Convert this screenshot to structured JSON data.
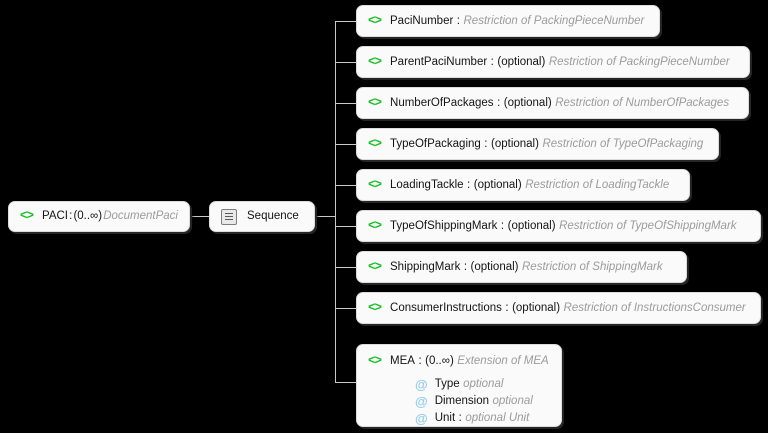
{
  "diagram": {
    "type": "xsd-schema-tree",
    "background": "#000000",
    "accent_element_icon": "#17bf26",
    "accent_attribute_icon": "#93cdea",
    "type_text_color": "#9b9b9b",
    "root": {
      "icon": "element-icon",
      "name": "PACI",
      "separator": ":",
      "occurrence": "(0..∞)",
      "type": "DocumentPaci"
    },
    "compositor": {
      "icon": "sequence-icon",
      "label": "Sequence"
    },
    "children": [
      {
        "icon": "element-icon",
        "name": "PaciNumber",
        "separator": ":",
        "optional": "",
        "type": "Restriction of PackingPieceNumber"
      },
      {
        "icon": "element-icon",
        "name": "ParentPaciNumber",
        "separator": ":",
        "optional": "(optional)",
        "type": "Restriction of PackingPieceNumber"
      },
      {
        "icon": "element-icon",
        "name": "NumberOfPackages",
        "separator": ":",
        "optional": "(optional)",
        "type": "Restriction of NumberOfPackages"
      },
      {
        "icon": "element-icon",
        "name": "TypeOfPackaging",
        "separator": ":",
        "optional": "(optional)",
        "type": "Restriction of TypeOfPackaging"
      },
      {
        "icon": "element-icon",
        "name": "LoadingTackle",
        "separator": ":",
        "optional": "(optional)",
        "type": "Restriction of LoadingTackle"
      },
      {
        "icon": "element-icon",
        "name": "TypeOfShippingMark",
        "separator": ":",
        "optional": "(optional)",
        "type": "Restriction of TypeOfShippingMark"
      },
      {
        "icon": "element-icon",
        "name": "ShippingMark",
        "separator": ":",
        "optional": "(optional)",
        "type": "Restriction of ShippingMark"
      },
      {
        "icon": "element-icon",
        "name": "ConsumerInstructions",
        "separator": ":",
        "optional": "(optional)",
        "type": "Restriction of InstructionsConsumer"
      },
      {
        "icon": "element-icon",
        "name": "MEA",
        "separator": ":",
        "occurrence": "(0..∞)",
        "type": "Extension of MEA",
        "attributes": [
          {
            "icon": "attribute-icon",
            "name": "Type",
            "separator": "",
            "type": "optional"
          },
          {
            "icon": "attribute-icon",
            "name": "Dimension",
            "separator": "",
            "type": "optional"
          },
          {
            "icon": "attribute-icon",
            "name": "Unit",
            "separator": ":",
            "type": "optional Unit"
          }
        ]
      }
    ]
  }
}
